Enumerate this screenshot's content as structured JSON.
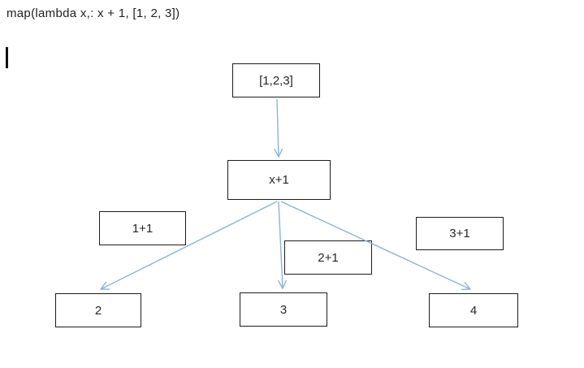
{
  "document": {
    "code_line": "map(lambda x,: x + 1, [1, 2, 3])"
  },
  "diagram": {
    "nodes": {
      "input_list": "[1,2,3]",
      "function": "x+1",
      "op1": "1+1",
      "op2": "2+1",
      "op3": "3+1",
      "result1": "2",
      "result2": "3",
      "result3": "4"
    },
    "edges": [
      {
        "from": "input_list",
        "to": "function"
      },
      {
        "from": "function",
        "to": "result1"
      },
      {
        "from": "function",
        "to": "result2"
      },
      {
        "from": "function",
        "to": "result3"
      }
    ],
    "colors": {
      "arrow": "#8db3d8",
      "box_border": "#1c1c1c",
      "box_fill": "#ffffff",
      "text": "#262626"
    }
  }
}
